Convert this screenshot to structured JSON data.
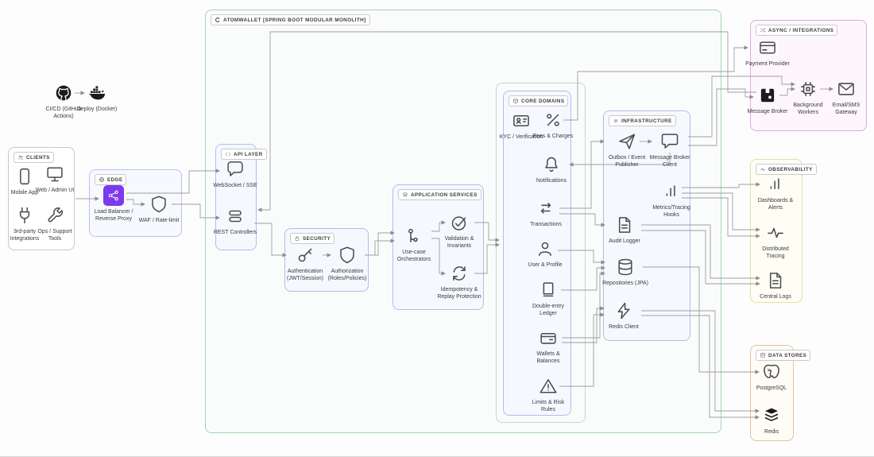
{
  "diagram": {
    "title": "ATOMWALLET [SPRING BOOT MODULAR MONOLITH]",
    "colors": {
      "purple_badge": "#7c3aed",
      "wire": "#9e9e9e",
      "monolith_accent": "#a9d4ac",
      "module_accent": "#aebdf0",
      "neutral_accent": "#c8c8c8",
      "async_accent": "#dfa8da",
      "observability_accent": "#e3dda0",
      "datastores_accent": "#e2c39e"
    },
    "standalone": [
      {
        "id": "cicd",
        "icon": "github",
        "label": "CI/CD (GitHub Actions)"
      },
      {
        "id": "deploy",
        "icon": "docker",
        "label": "Deploy (Docker)"
      }
    ],
    "groups": [
      {
        "id": "clients",
        "label": "CLIENTS",
        "icon": "users",
        "accent": "#c8c8c8",
        "bg": "#ffffff",
        "items": [
          {
            "id": "mobile-app",
            "icon": "phone",
            "label": "Mobile App"
          },
          {
            "id": "web-admin",
            "icon": "monitor",
            "label": "Web / Admin UI"
          },
          {
            "id": "third-party",
            "icon": "plug",
            "label": "3rd-party Integrations"
          },
          {
            "id": "ops-tools",
            "icon": "wrench",
            "label": "Ops / Support Tools"
          }
        ]
      },
      {
        "id": "edge",
        "label": "EDGE",
        "icon": "globe",
        "accent": "#b5c2ee",
        "bg": "rgba(244,247,255,0.75)",
        "items": [
          {
            "id": "load-balancer",
            "icon": "share-network",
            "label": "Load Balancer / Reverse Proxy",
            "badge": "purple"
          },
          {
            "id": "waf",
            "icon": "shield",
            "label": "WAF / Rate-limit"
          }
        ]
      },
      {
        "id": "monolith",
        "label": "ATOMWALLET [SPRING BOOT MODULAR MONOLITH]",
        "icon": "app-logo",
        "accent": "#a9d4ac",
        "bg": "rgba(247,252,248,0.55)",
        "items": []
      },
      {
        "id": "api-layer",
        "label": "API LAYER",
        "icon": "code",
        "accent": "#aebdf0",
        "bg": "rgba(244,247,255,0.8)",
        "items": [
          {
            "id": "websocket",
            "icon": "bubble",
            "label": "WebSocket / SSE"
          },
          {
            "id": "rest",
            "icon": "stack",
            "label": "REST Controllers"
          }
        ]
      },
      {
        "id": "security",
        "label": "SECURITY",
        "icon": "lock",
        "accent": "#aebdf0",
        "bg": "rgba(244,247,255,0.8)",
        "items": [
          {
            "id": "authentication",
            "icon": "key",
            "label": "Authentication (JWT/Session)"
          },
          {
            "id": "authorization",
            "icon": "shield",
            "label": "Authorization (Roles/Policies)"
          }
        ]
      },
      {
        "id": "app-services",
        "label": "APPLICATION SERVICES",
        "icon": "layers",
        "accent": "#aebdf0",
        "bg": "rgba(244,247,255,0.8)",
        "items": [
          {
            "id": "use-case",
            "icon": "orchestrator",
            "label": "Use-case Orchestrators"
          },
          {
            "id": "validation",
            "icon": "check",
            "label": "Validation & Invariants"
          },
          {
            "id": "idempotency",
            "icon": "refresh",
            "label": "Idempotency & Replay Protection"
          }
        ]
      },
      {
        "id": "core-frame",
        "label": "",
        "icon": "",
        "accent": "#ccd2da",
        "bg": "rgba(250,251,253,0.5)",
        "items": []
      },
      {
        "id": "core",
        "label": "CORE DOMAINS",
        "icon": "package",
        "accent": "#aebdf0",
        "bg": "rgba(244,247,255,0.8)",
        "items": [
          {
            "id": "kyc",
            "icon": "id-card",
            "label": "KYC / Verification"
          },
          {
            "id": "fees",
            "icon": "percent",
            "label": "Fees & Charges"
          },
          {
            "id": "notifications",
            "icon": "bell",
            "label": "Notifications"
          },
          {
            "id": "transactions",
            "icon": "swap",
            "label": "Transactions"
          },
          {
            "id": "user-profile",
            "icon": "user",
            "label": "User & Profile"
          },
          {
            "id": "ledger",
            "icon": "book",
            "label": "Double-entry Ledger"
          },
          {
            "id": "wallets",
            "icon": "wallet",
            "label": "Wallets & Balances"
          },
          {
            "id": "limits",
            "icon": "warning",
            "label": "Limits & Risk Rules"
          }
        ]
      },
      {
        "id": "infrastructure",
        "label": "INFRASTRUCTURE",
        "icon": "gear",
        "accent": "#aebdf0",
        "bg": "rgba(244,247,255,0.8)",
        "items": [
          {
            "id": "outbox",
            "icon": "plane",
            "label": "Outbox / Event Publisher"
          },
          {
            "id": "msg-broker-client",
            "icon": "bubble-sq",
            "label": "Message Broker Client"
          },
          {
            "id": "metrics",
            "icon": "bars",
            "label": "Metrics/Tracing Hooks"
          },
          {
            "id": "audit-logger",
            "icon": "file",
            "label": "Audit Logger"
          },
          {
            "id": "repositories",
            "icon": "db",
            "label": "Repositories (JPA)"
          },
          {
            "id": "redis-client",
            "icon": "bolt",
            "label": "Redis Client"
          }
        ]
      },
      {
        "id": "async",
        "label": "ASYNC / INTEGRATIONS",
        "icon": "shuffle",
        "accent": "#dfa8da",
        "bg": "rgba(253,246,253,0.85)",
        "items": [
          {
            "id": "payment-provider",
            "icon": "card",
            "label": "Payment Provider"
          },
          {
            "id": "message-broker",
            "icon": "rabbit",
            "label": "Message Broker"
          },
          {
            "id": "background-workers",
            "icon": "cpu",
            "label": "Background Workers"
          },
          {
            "id": "email-sms",
            "icon": "envelope",
            "label": "Email/SMS Gateway"
          }
        ]
      },
      {
        "id": "observability",
        "label": "OBSERVABILITY",
        "icon": "pulse",
        "accent": "#e3dda0",
        "bg": "rgba(255,254,243,0.85)",
        "items": [
          {
            "id": "dashboards",
            "icon": "bars",
            "label": "Dashboards & Alerts"
          },
          {
            "id": "distributed-tracing",
            "icon": "pulse",
            "label": "Distributed Tracing"
          },
          {
            "id": "central-logs",
            "icon": "file",
            "label": "Central Logs"
          }
        ]
      },
      {
        "id": "data-stores",
        "label": "DATA STORES",
        "icon": "db",
        "accent": "#e2c39e",
        "bg": "rgba(255,250,244,0.85)",
        "items": [
          {
            "id": "postgresql",
            "icon": "postgres",
            "label": "PostgreSQL"
          },
          {
            "id": "redis",
            "icon": "redis",
            "label": "Redis"
          }
        ]
      }
    ]
  }
}
